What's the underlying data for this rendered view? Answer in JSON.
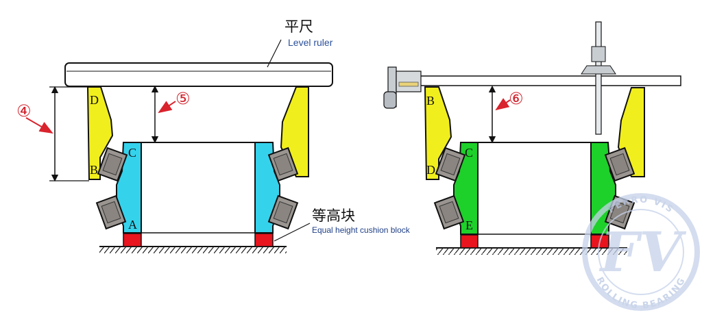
{
  "labels": {
    "ruler_cn": "平尺",
    "ruler_en": "Level ruler",
    "cushion_cn": "等高块",
    "cushion_en": "Equal height cushion block",
    "dim_4": "④",
    "dim_5": "⑤",
    "dim_6": "⑥"
  },
  "left_view": {
    "letters": {
      "d": "D",
      "b": "B",
      "c": "C",
      "a": "A"
    }
  },
  "right_view": {
    "letters": {
      "b": "B",
      "d": "D",
      "c": "C",
      "e": "E"
    }
  },
  "watermark": {
    "top_text": "FERRO VIS",
    "bottom_text": "ROLLING BEARING",
    "monogram": "FV"
  },
  "colors": {
    "outer_ring": "#f1ee1d",
    "inner_ring_left": "#35d2ec",
    "inner_ring_right": "#1ed02a",
    "roller": "#9a9590",
    "cushion_block": "#e8141e",
    "ruler_fill": "#ffffff",
    "arrow": "#d9232d",
    "caliper_steel": "#c8cdd2",
    "watermark": "#c6d2ea"
  }
}
